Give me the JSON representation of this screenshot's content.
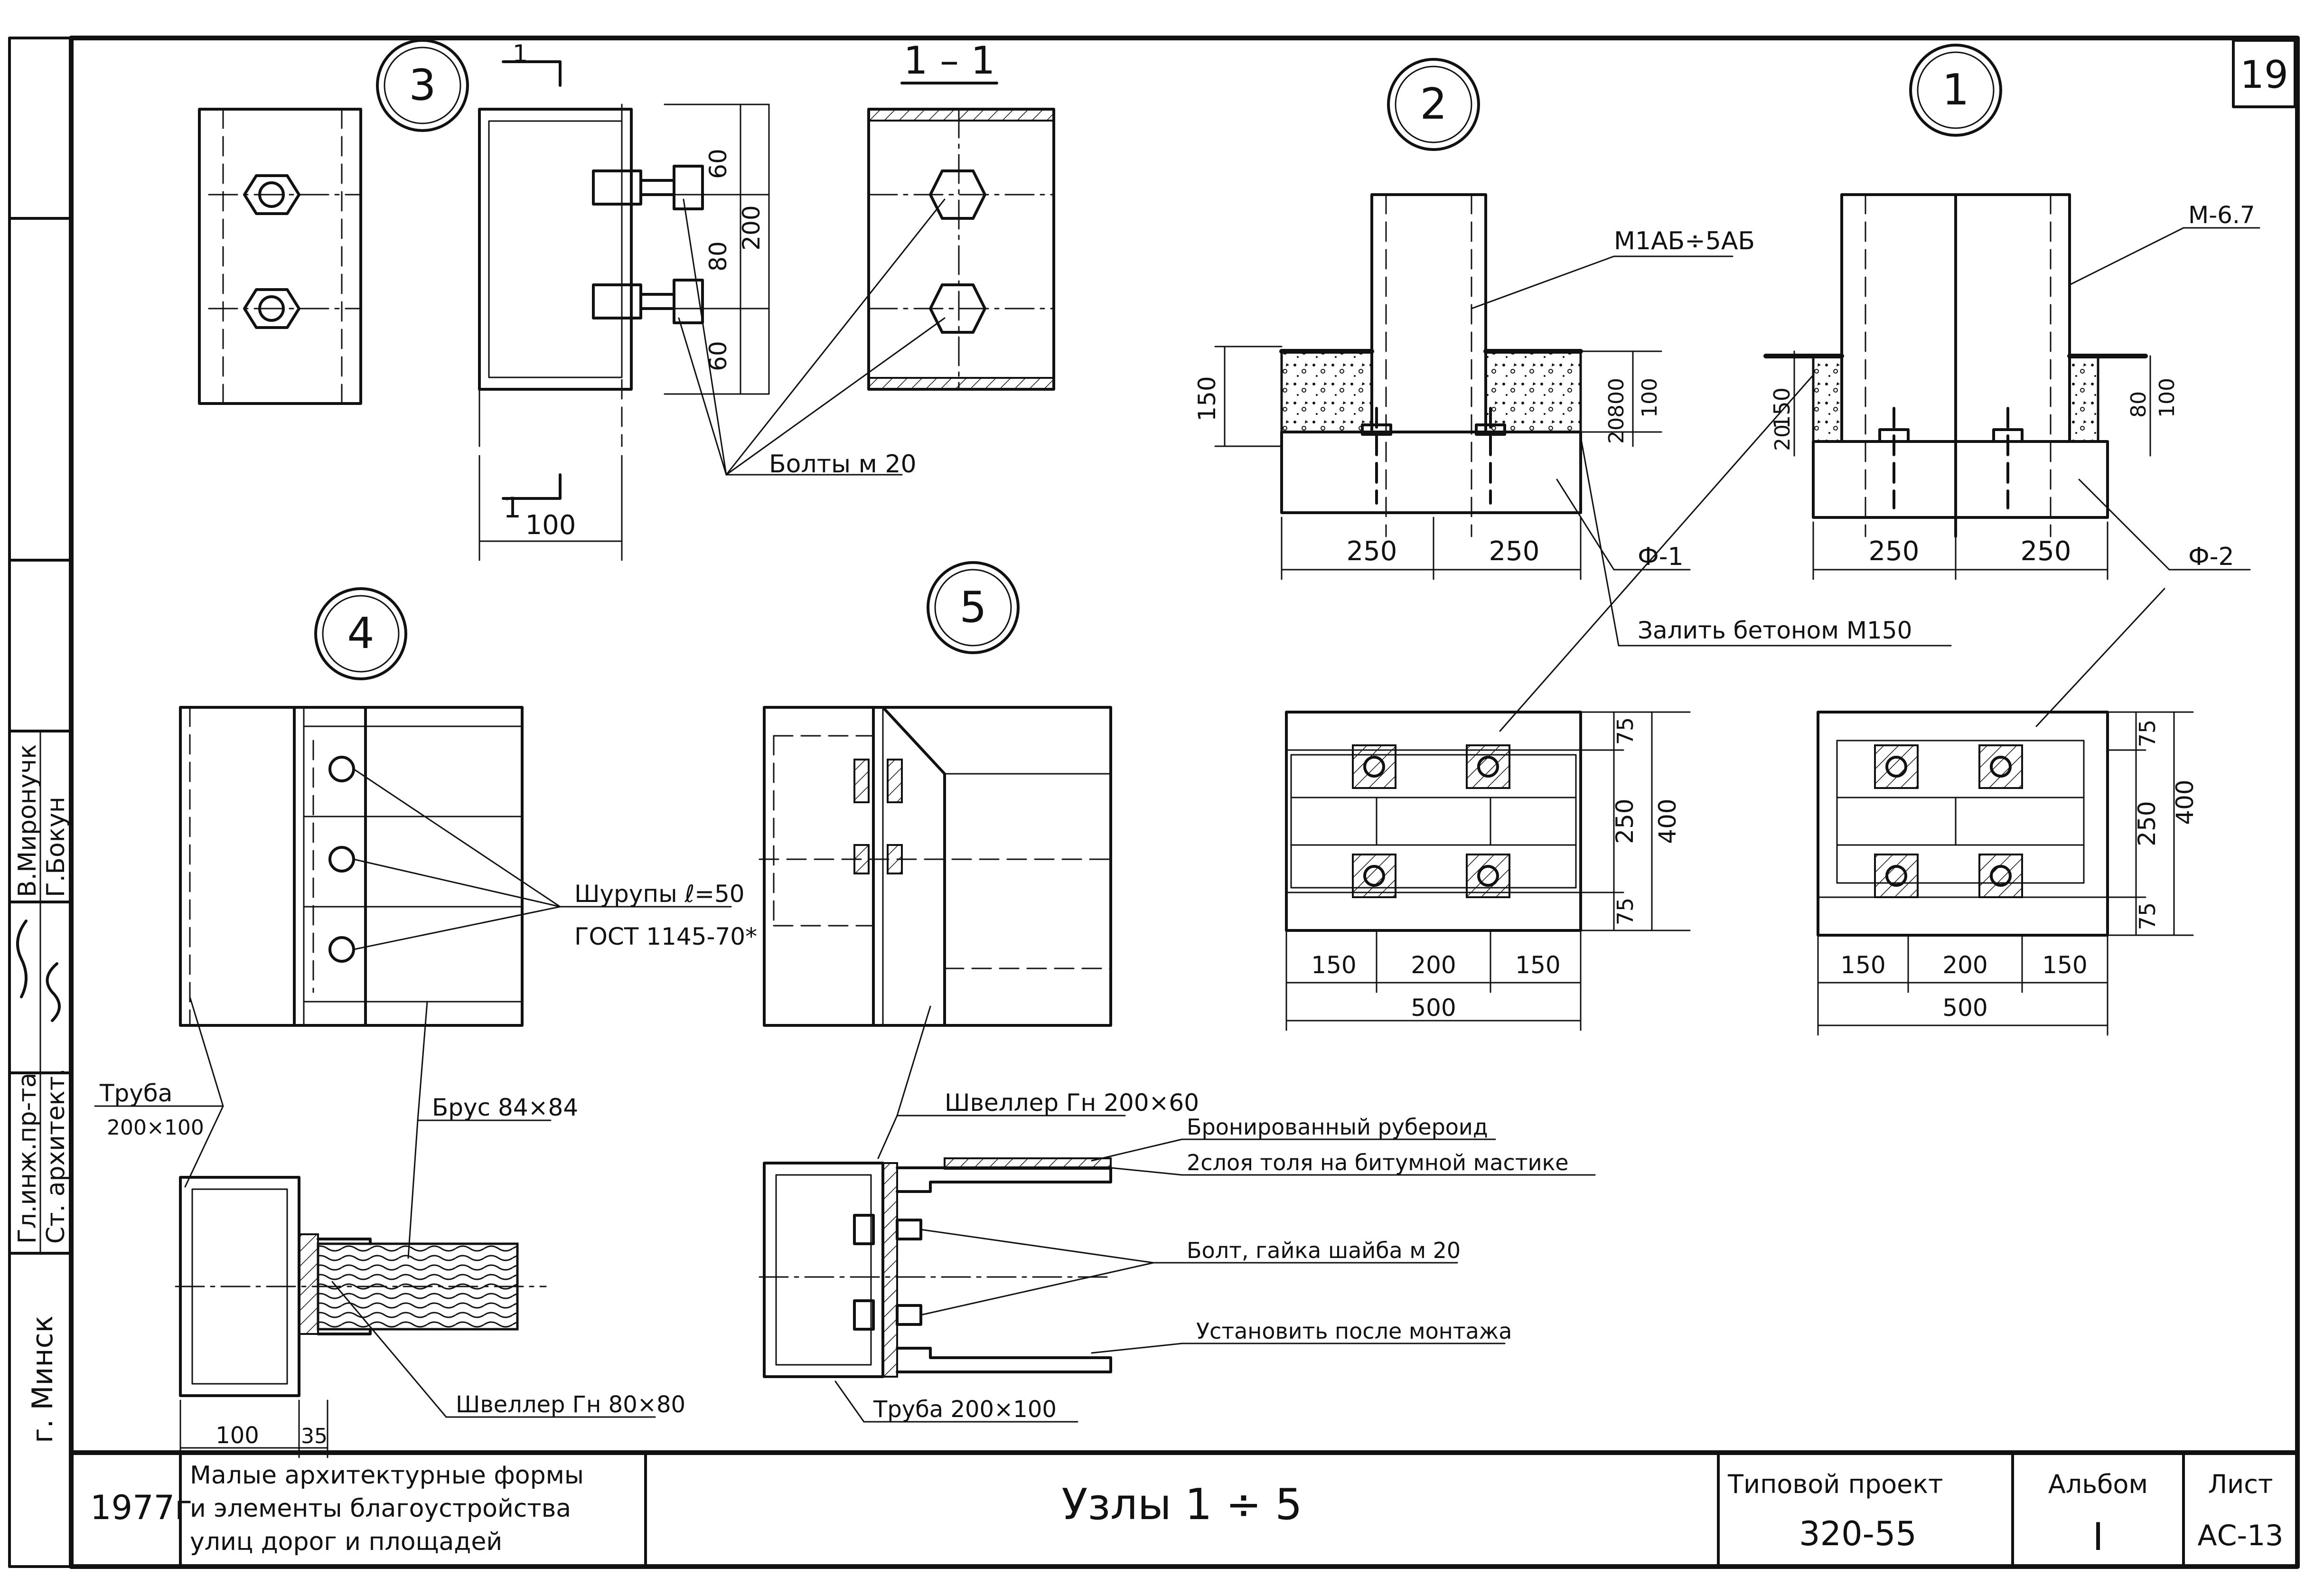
{
  "sheet_number": "19",
  "nodes": {
    "n1": "1",
    "n2": "2",
    "n3": "3",
    "n4": "4",
    "n5": "5"
  },
  "node3": {
    "section_label": "1 – 1",
    "section_mark_top": "1",
    "section_mark_bottom": "1",
    "dim_60a": "60",
    "dim_80": "80",
    "dim_60b": "60",
    "dim_200": "200",
    "dim_100": "100",
    "bolts_label": "Болты м 20"
  },
  "node2": {
    "beam_label": "М1АБ÷5АБ",
    "dim_150": "150",
    "dim_20": "20",
    "dim_800": "800",
    "dim_100": "100",
    "dim_250a": "250",
    "dim_250b": "250",
    "footing_label": "Ф-1",
    "concrete_label": "Залить бетоном М150"
  },
  "node1": {
    "beam_label": "М-6.7",
    "dim_150": "150",
    "dim_20": "20",
    "dim_80": "80",
    "dim_100": "100",
    "dim_250a": "250",
    "dim_250b": "250",
    "footing_label": "Ф-2"
  },
  "plan_f1": {
    "dim_75a": "75",
    "dim_250": "250",
    "dim_75b": "75",
    "dim_400": "400",
    "dim_150a": "150",
    "dim_200": "200",
    "dim_150b": "150",
    "dim_500": "500"
  },
  "plan_f2": {
    "dim_75a": "75",
    "dim_250": "250",
    "dim_75b": "75",
    "dim_400": "400",
    "dim_150a": "150",
    "dim_200": "200",
    "dim_150b": "150",
    "dim_500": "500"
  },
  "node4": {
    "screws_label": "Шурупы ℓ=50",
    "screws_gost": "ГОСТ 1145-70*",
    "pipe_label": "Труба",
    "pipe_size": "200×100",
    "beam_label": "Брус 84×84",
    "channel_label": "Швеллер Гн 80×80",
    "dim_100": "100",
    "dim_35": "35"
  },
  "node5": {
    "channel_label": "Швеллер Гн 200×60",
    "roofing_label": "Бронированный рубероид",
    "tar_label": "2слоя толя на битумной мастике",
    "bolt_label": "Болт, гайка шайба м 20",
    "install_label": "Установить после монтажа",
    "pipe_label": "Труба 200×100"
  },
  "side_stamp": {
    "role1": "Гл.инж.пр-та",
    "role2": "Ст. архитект.",
    "name1": "В.Миронучк",
    "name2": "Г.Бокун",
    "city": "г. Минск"
  },
  "title_block": {
    "year": "1977г",
    "desc1": "Малые архитектурные формы",
    "desc2": "и элементы благоустройства",
    "desc3": "улиц дорог и площадей",
    "title": "Узлы 1 ÷ 5",
    "project_label": "Типовой проект",
    "project_value": "320-55",
    "album_label": "Альбом",
    "album_value": "I",
    "sheet_label": "Лист",
    "sheet_value": "АС-13"
  }
}
